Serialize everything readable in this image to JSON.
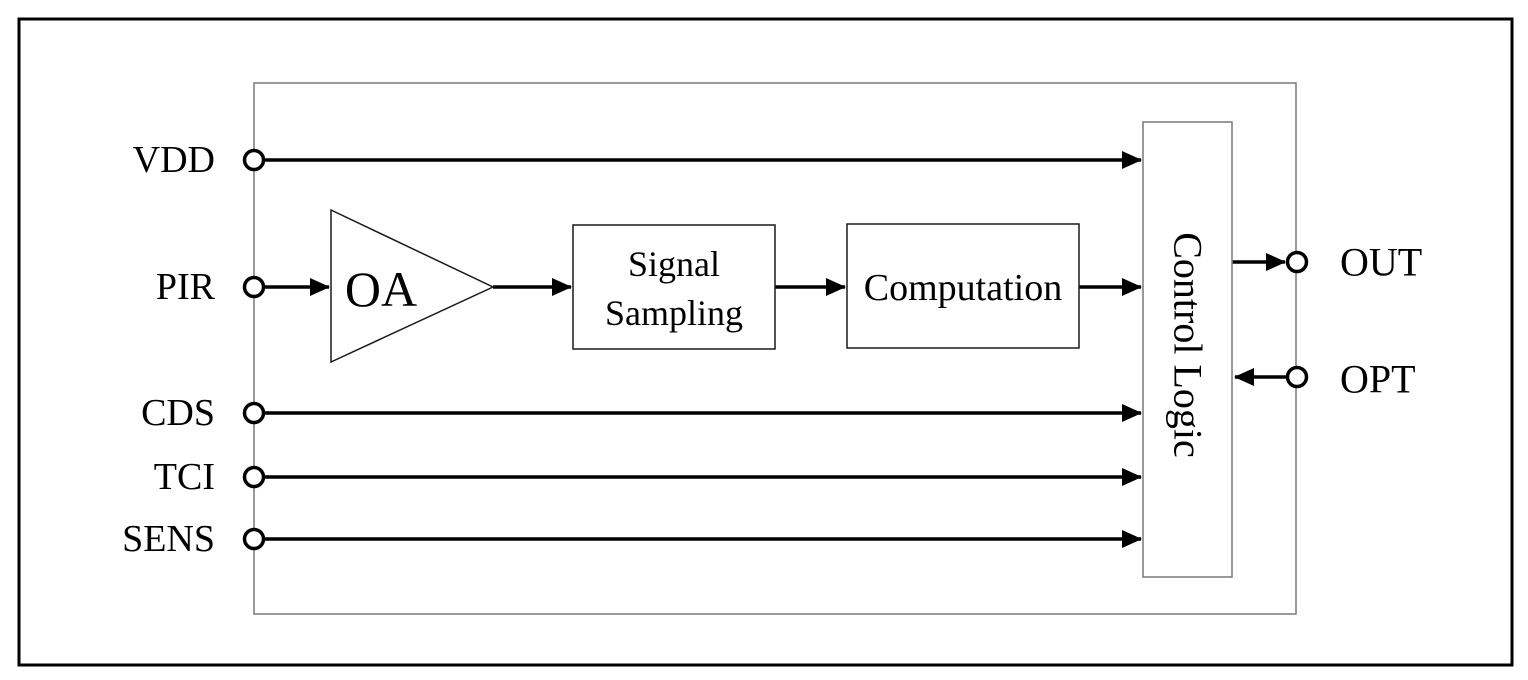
{
  "pins": {
    "left": [
      {
        "id": "vdd",
        "label": "VDD"
      },
      {
        "id": "pir",
        "label": "PIR"
      },
      {
        "id": "cds",
        "label": "CDS"
      },
      {
        "id": "tci",
        "label": "TCI"
      },
      {
        "id": "sens",
        "label": "SENS"
      }
    ],
    "right": [
      {
        "id": "out",
        "label": "OUT"
      },
      {
        "id": "opt",
        "label": "OPT"
      }
    ]
  },
  "blocks": {
    "amplifier": {
      "label": "OA"
    },
    "signal_sampling": {
      "label": "Signal Sampling",
      "lines": [
        "Signal",
        "Sampling"
      ]
    },
    "computation": {
      "label": "Computation"
    },
    "control_logic": {
      "label": "Control Logic"
    }
  },
  "colors": {
    "background": "#ffffff",
    "line": "#000000",
    "chip_outline": "#808080",
    "block_outline": "#1a1a1a"
  }
}
